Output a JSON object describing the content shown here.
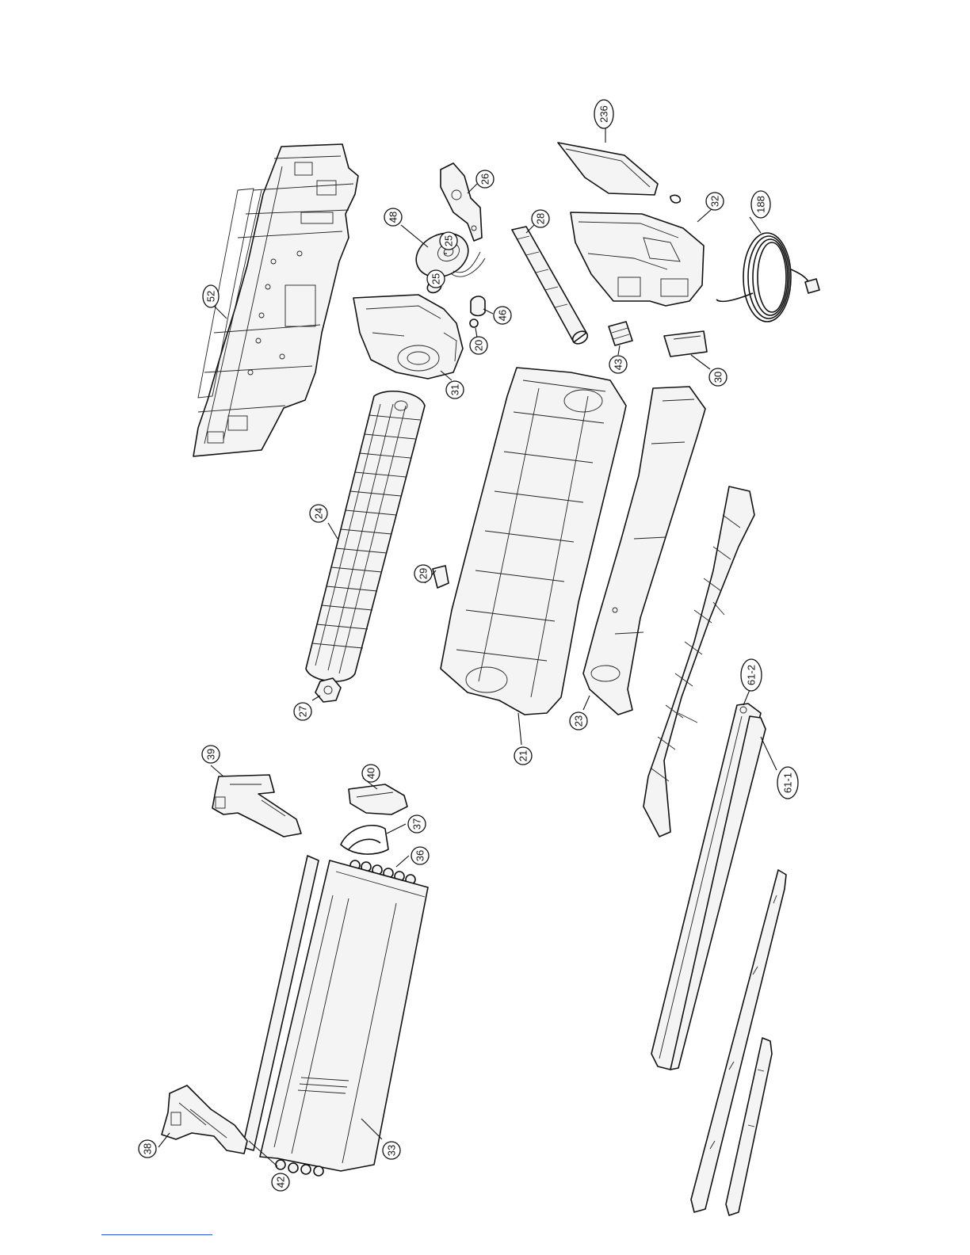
{
  "diagram": {
    "callouts": [
      {
        "id": "52",
        "label": "52"
      },
      {
        "id": "236",
        "label": "236"
      },
      {
        "id": "26",
        "label": "26"
      },
      {
        "id": "48",
        "label": "48"
      },
      {
        "id": "25a",
        "label": "25"
      },
      {
        "id": "25b",
        "label": "25"
      },
      {
        "id": "28",
        "label": "28"
      },
      {
        "id": "32",
        "label": "32"
      },
      {
        "id": "188",
        "label": "188"
      },
      {
        "id": "46",
        "label": "46"
      },
      {
        "id": "20",
        "label": "20"
      },
      {
        "id": "31",
        "label": "31"
      },
      {
        "id": "43",
        "label": "43"
      },
      {
        "id": "30",
        "label": "30"
      },
      {
        "id": "24",
        "label": "24"
      },
      {
        "id": "29",
        "label": "29"
      },
      {
        "id": "27",
        "label": "27"
      },
      {
        "id": "21",
        "label": "21"
      },
      {
        "id": "23",
        "label": "23"
      },
      {
        "id": "61-2",
        "label": "61-2"
      },
      {
        "id": "61-1",
        "label": "61-1"
      },
      {
        "id": "39",
        "label": "39"
      },
      {
        "id": "40",
        "label": "40"
      },
      {
        "id": "37",
        "label": "37"
      },
      {
        "id": "36",
        "label": "36"
      },
      {
        "id": "38",
        "label": "38"
      },
      {
        "id": "42",
        "label": "42"
      },
      {
        "id": "33",
        "label": "33"
      }
    ]
  }
}
